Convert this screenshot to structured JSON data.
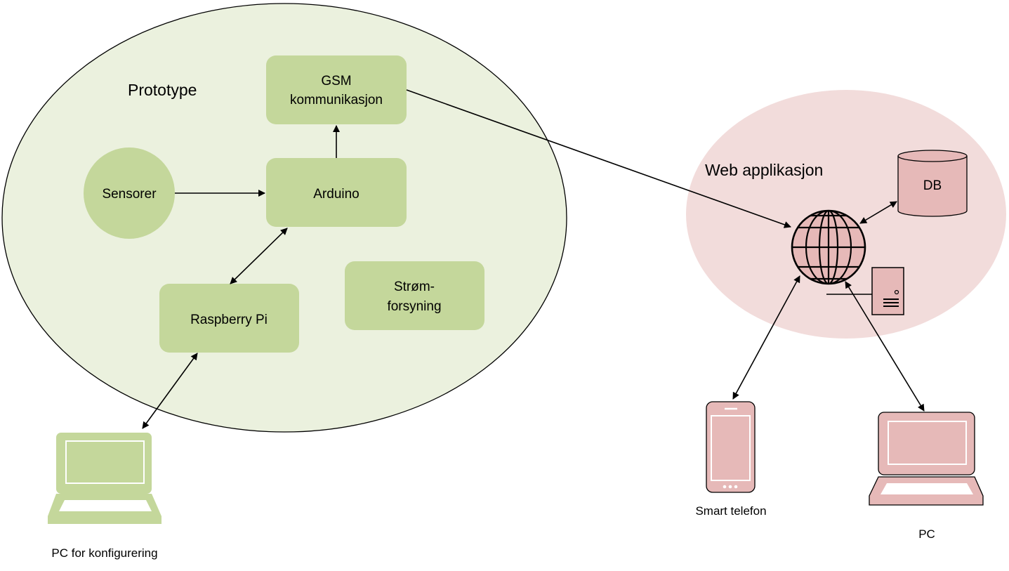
{
  "colors": {
    "prototype_fill": "#ebf1de",
    "prototype_node": "#c4d79b",
    "web_fill": "#f2dcdb",
    "web_node": "#e6b9b8",
    "stroke": "#000000"
  },
  "regions": {
    "prototype": "Prototype",
    "web": "Web applikasjon"
  },
  "nodes": {
    "gsm_line1": "GSM",
    "gsm_line2": "kommunikasjon",
    "arduino": "Arduino",
    "sensorer": "Sensorer",
    "raspberry": "Raspberry Pi",
    "strom_line1": "Strøm-",
    "strom_line2": "forsyning",
    "db": "DB"
  },
  "devices": {
    "pc_config": "PC for konfigurering",
    "smart_phone": "Smart telefon",
    "pc": "PC"
  },
  "icons": [
    "globe-icon",
    "database-icon",
    "server-tower-icon",
    "laptop-icon",
    "smartphone-icon"
  ]
}
